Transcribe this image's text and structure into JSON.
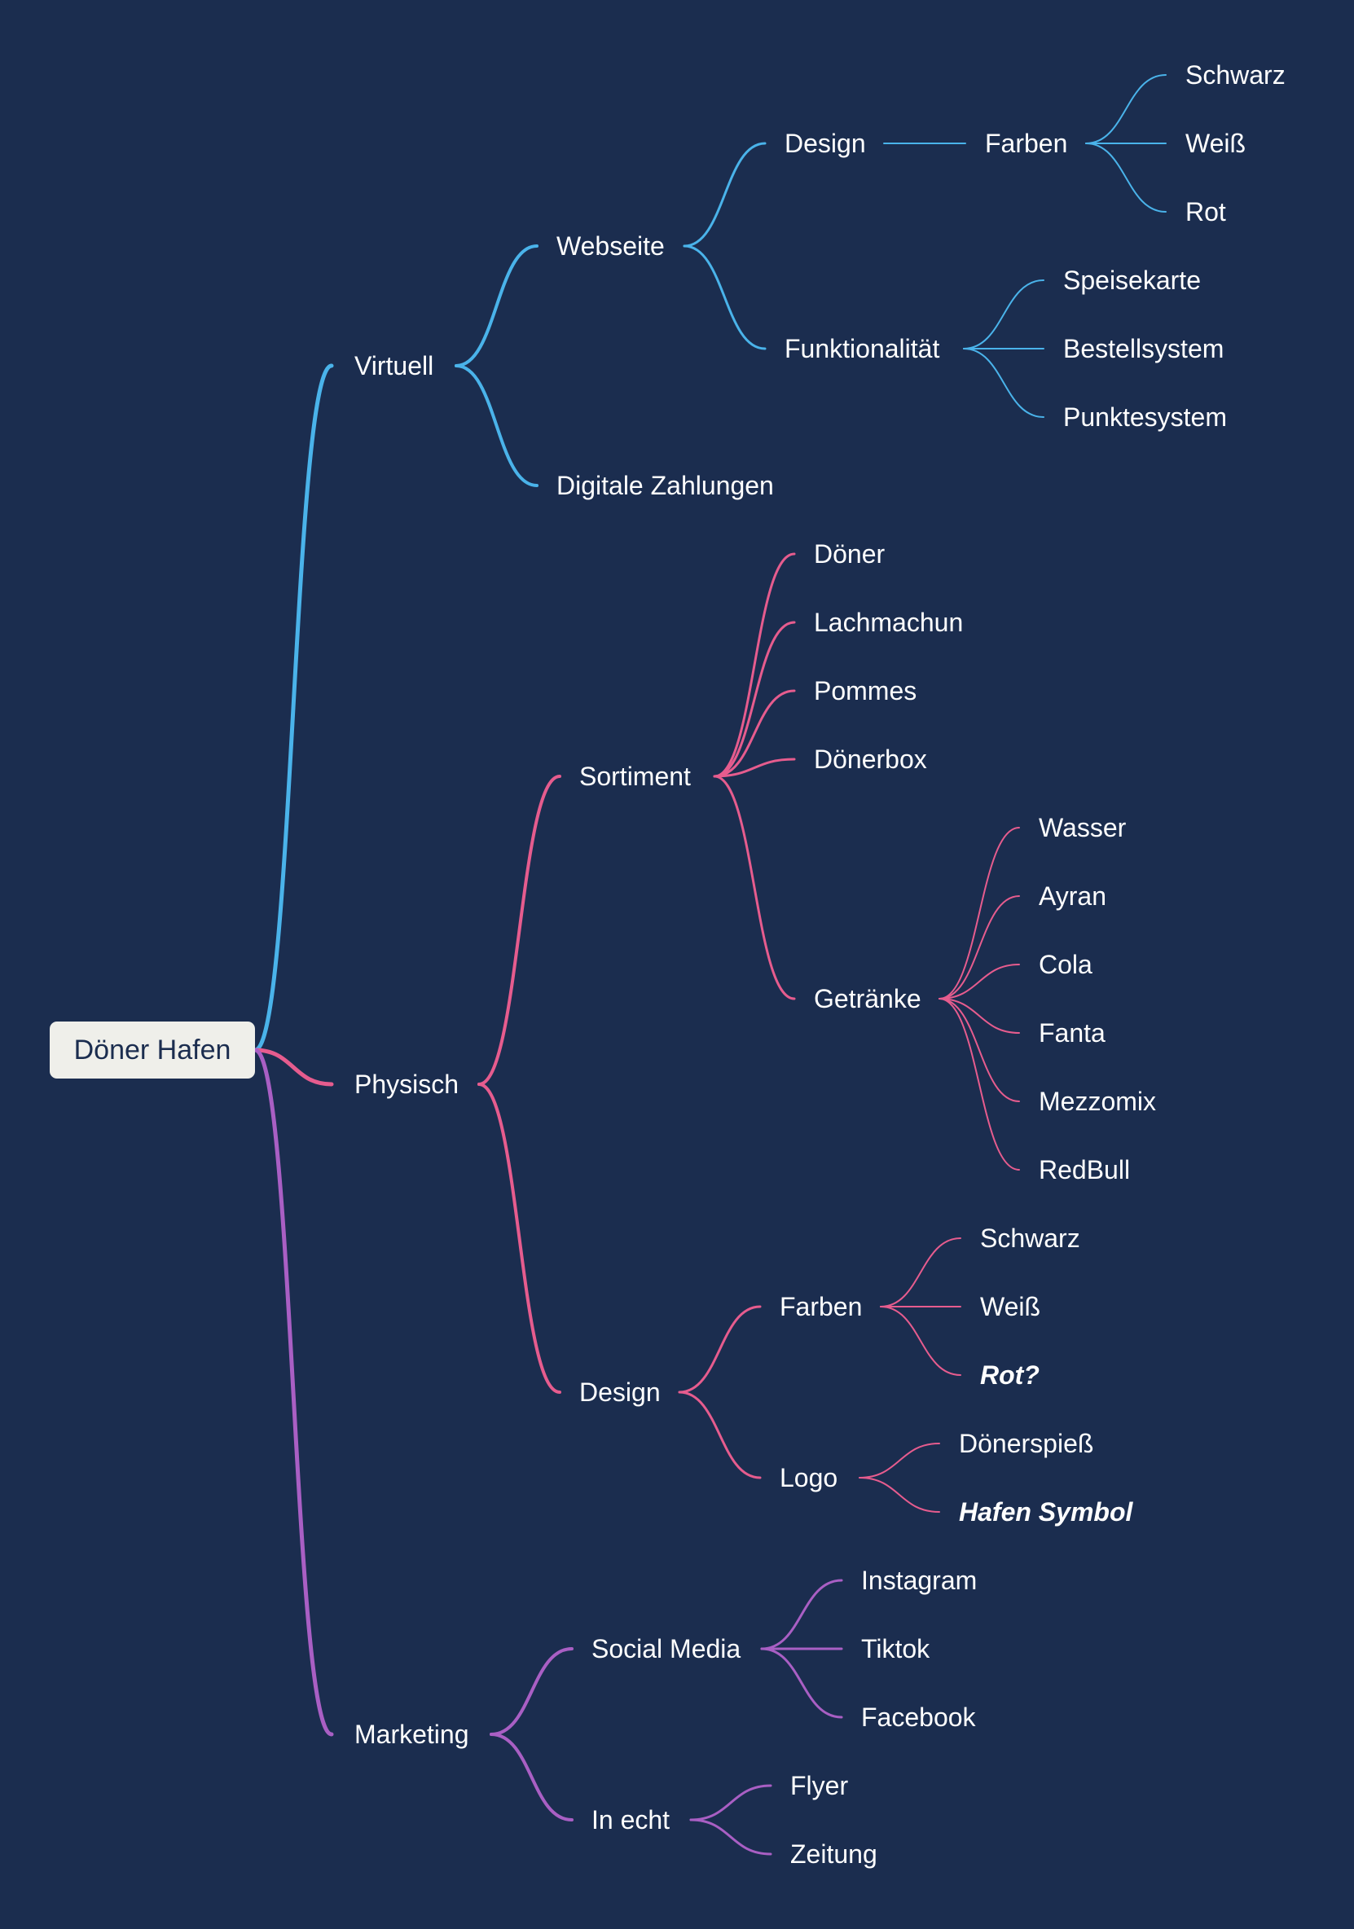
{
  "root": {
    "label": "Döner Hafen"
  },
  "colors": {
    "background": "#1b2d4f",
    "virtuell": "#4ab3ea",
    "physisch": "#e65c8e",
    "marketing": "#a95fc4"
  },
  "branches": [
    {
      "label": "Virtuell",
      "color": "#4ab3ea",
      "children": [
        {
          "label": "Webseite",
          "children": [
            {
              "label": "Design",
              "children": [
                {
                  "label": "Farben",
                  "children": [
                    {
                      "label": "Schwarz"
                    },
                    {
                      "label": "Weiß"
                    },
                    {
                      "label": "Rot"
                    }
                  ]
                }
              ]
            },
            {
              "label": "Funktionalität",
              "children": [
                {
                  "label": "Speisekarte"
                },
                {
                  "label": "Bestellsystem"
                },
                {
                  "label": "Punktesystem"
                }
              ]
            }
          ]
        },
        {
          "label": "Digitale Zahlungen"
        }
      ]
    },
    {
      "label": "Physisch",
      "color": "#e65c8e",
      "children": [
        {
          "label": "Sortiment",
          "children": [
            {
              "label": "Döner"
            },
            {
              "label": "Lachmachun"
            },
            {
              "label": "Pommes"
            },
            {
              "label": "Dönerbox"
            },
            {
              "label": "Getränke",
              "children": [
                {
                  "label": "Wasser"
                },
                {
                  "label": "Ayran"
                },
                {
                  "label": "Cola"
                },
                {
                  "label": "Fanta"
                },
                {
                  "label": "Mezzomix"
                },
                {
                  "label": "RedBull"
                }
              ]
            }
          ]
        },
        {
          "label": "Design",
          "children": [
            {
              "label": "Farben",
              "children": [
                {
                  "label": "Schwarz"
                },
                {
                  "label": "Weiß"
                },
                {
                  "label": "Rot?",
                  "emphasis": true
                }
              ]
            },
            {
              "label": "Logo",
              "children": [
                {
                  "label": "Dönerspieß"
                },
                {
                  "label": "Hafen Symbol",
                  "emphasis": true
                }
              ]
            }
          ]
        }
      ]
    },
    {
      "label": "Marketing",
      "color": "#a95fc4",
      "children": [
        {
          "label": "Social Media",
          "children": [
            {
              "label": "Instagram"
            },
            {
              "label": "Tiktok"
            },
            {
              "label": "Facebook"
            }
          ]
        },
        {
          "label": "In echt",
          "children": [
            {
              "label": "Flyer"
            },
            {
              "label": "Zeitung"
            }
          ]
        }
      ]
    }
  ]
}
